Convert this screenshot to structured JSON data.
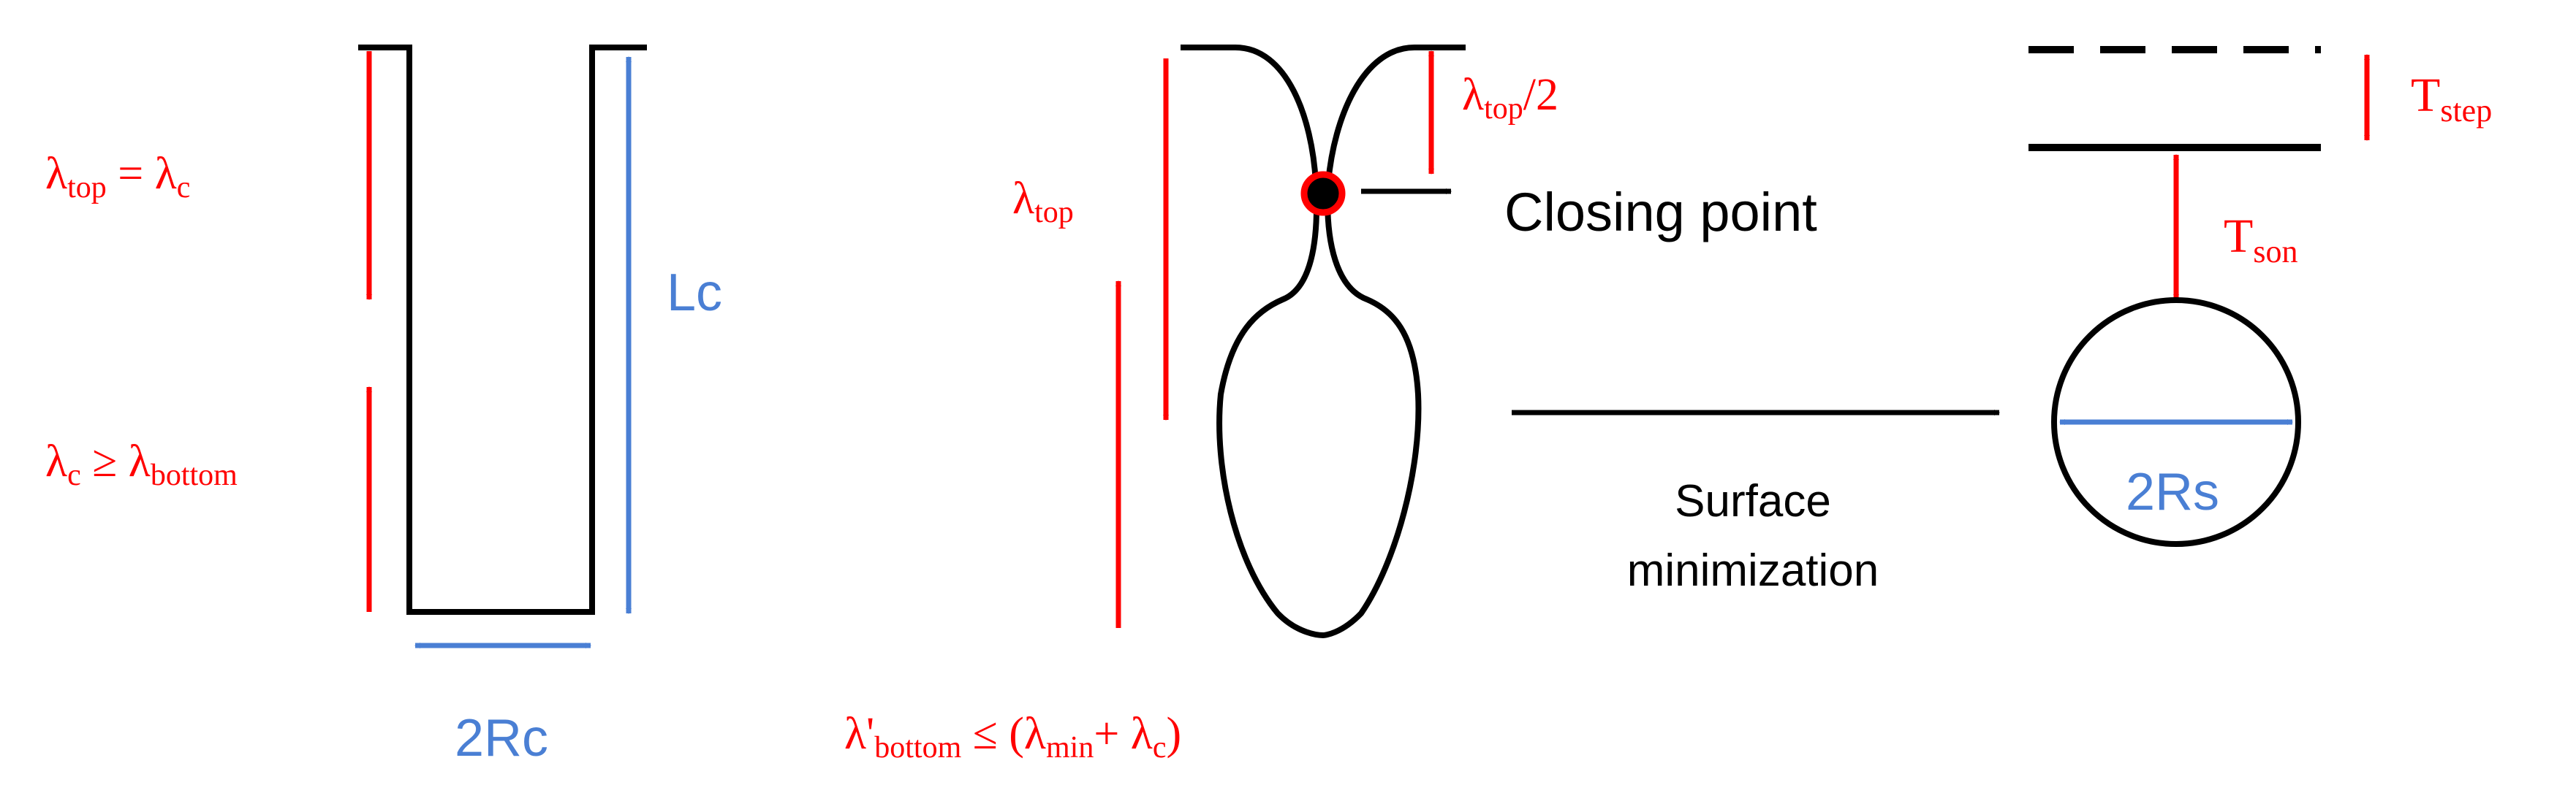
{
  "panel_left": {
    "lambda_top_eq": {
      "main": "λ",
      "sub": "top",
      "eq": " = λ",
      "sub2": "c"
    },
    "lambda_c_ge": {
      "main": "λ",
      "sub": "c",
      "ge": " ≥ λ",
      "sub2": "bottom"
    },
    "lc_label": "Lc",
    "width_label": "2Rc"
  },
  "panel_middle": {
    "lambda_top": {
      "main": "λ",
      "sub": "top"
    },
    "half_top": {
      "main": "λ",
      "sub": "top",
      "tail": "/2"
    },
    "closing_point_label": "Closing point",
    "bottom_expr": {
      "lambda": "λ'",
      "sub_bottom": "bottom",
      "le": " ≤ (λ",
      "sub_min": "min",
      "plus": "+ λ",
      "sub_c": "c",
      "close": ")"
    }
  },
  "process": {
    "line1": "Surface",
    "line2": "minimization"
  },
  "panel_right": {
    "t_step": {
      "main": "T",
      "sub": "step"
    },
    "t_son": {
      "main": "T",
      "sub": "son"
    },
    "width_label": "2Rs"
  },
  "colors": {
    "red": "#ff0000",
    "blue": "#4a7fd4",
    "black": "#000000"
  }
}
